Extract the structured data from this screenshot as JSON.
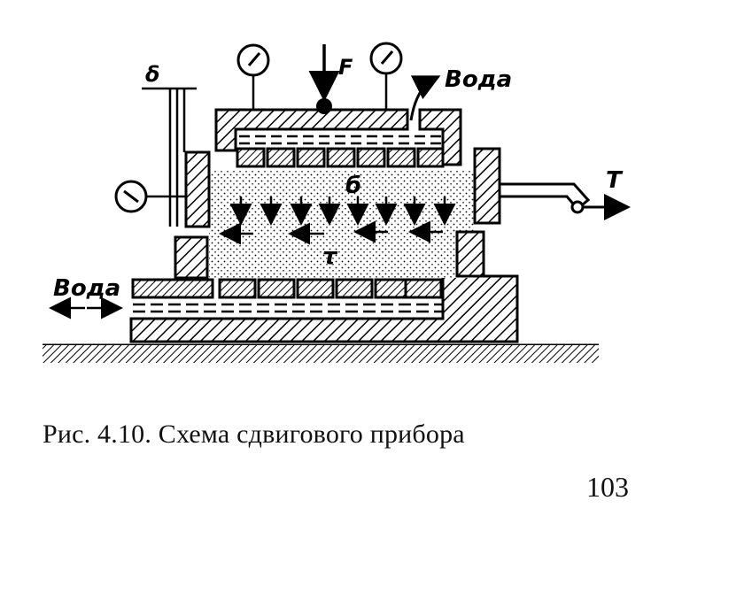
{
  "diagram": {
    "labels": {
      "force": "F",
      "water_top": "Вода",
      "water_left": "Вода",
      "shear_force": "T",
      "delta": "δ",
      "sigma": "б",
      "tau": "τ"
    }
  },
  "caption": "Рис. 4.10. Схема сдвигового прибора",
  "page_number": "103"
}
